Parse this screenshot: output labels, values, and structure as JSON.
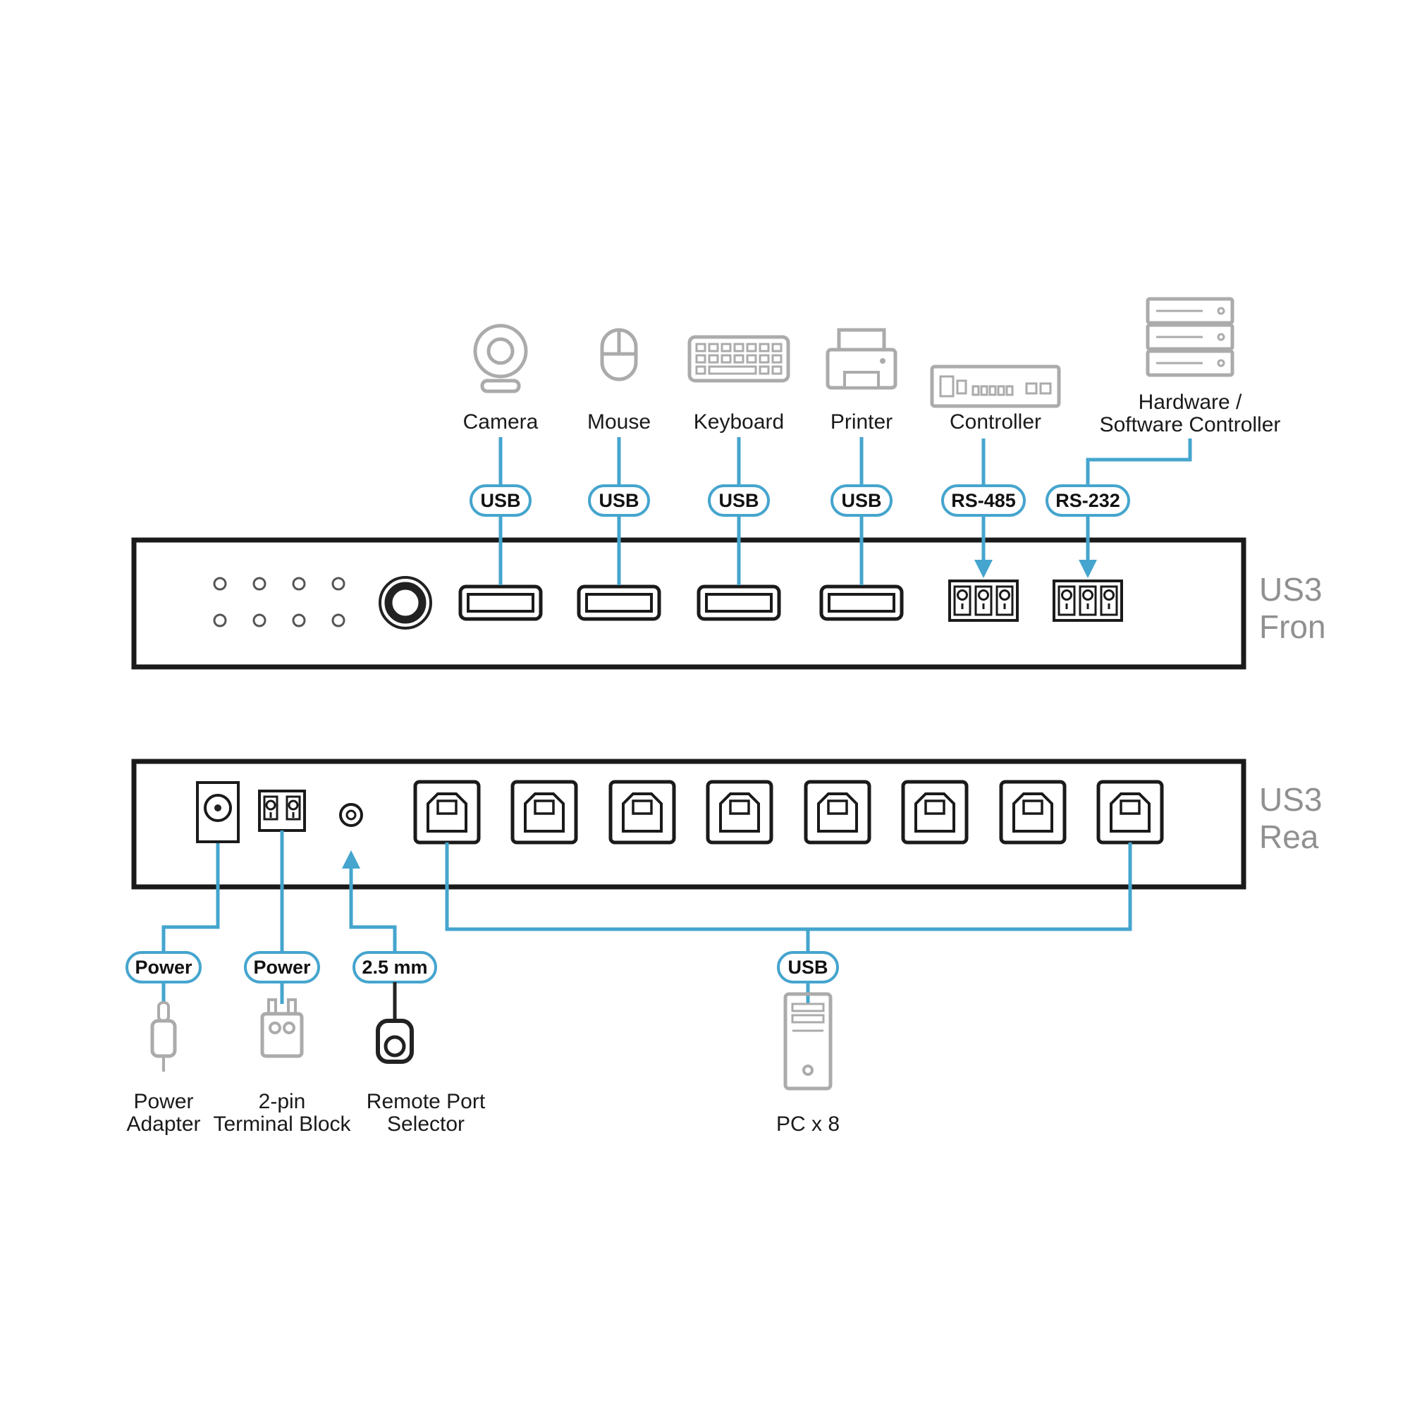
{
  "colors": {
    "accent": "#45a5ce",
    "outline": "#1a1a1a",
    "device_gray": "#ababab",
    "panel_text_gray": "#909090"
  },
  "peripherals": {
    "camera": "Camera",
    "mouse": "Mouse",
    "keyboard": "Keyboard",
    "printer": "Printer",
    "controller": "Controller",
    "hw_sw_controller_line1": "Hardware /",
    "hw_sw_controller_line2": "Software Controller"
  },
  "front_connections": {
    "usb_camera": "USB",
    "usb_mouse": "USB",
    "usb_keyboard": "USB",
    "usb_printer": "USB",
    "rs485": "RS-485",
    "rs232": "RS-232"
  },
  "front_panel": {
    "name_line1": "US3",
    "name_line2": "Fron"
  },
  "rear_panel": {
    "name_line1": "US3",
    "name_line2": "Rea"
  },
  "rear_connections": {
    "power_adapter_pill": "Power",
    "terminal_block_pill": "Power",
    "jack_pill": "2.5 mm",
    "usb_pill": "USB"
  },
  "bottom_devices": {
    "power_adapter_line1": "Power",
    "power_adapter_line2": "Adapter",
    "terminal_block_line1": "2-pin",
    "terminal_block_line2": "Terminal Block",
    "remote_selector_line1": "Remote Port",
    "remote_selector_line2": "Selector",
    "pc": "PC x 8"
  }
}
